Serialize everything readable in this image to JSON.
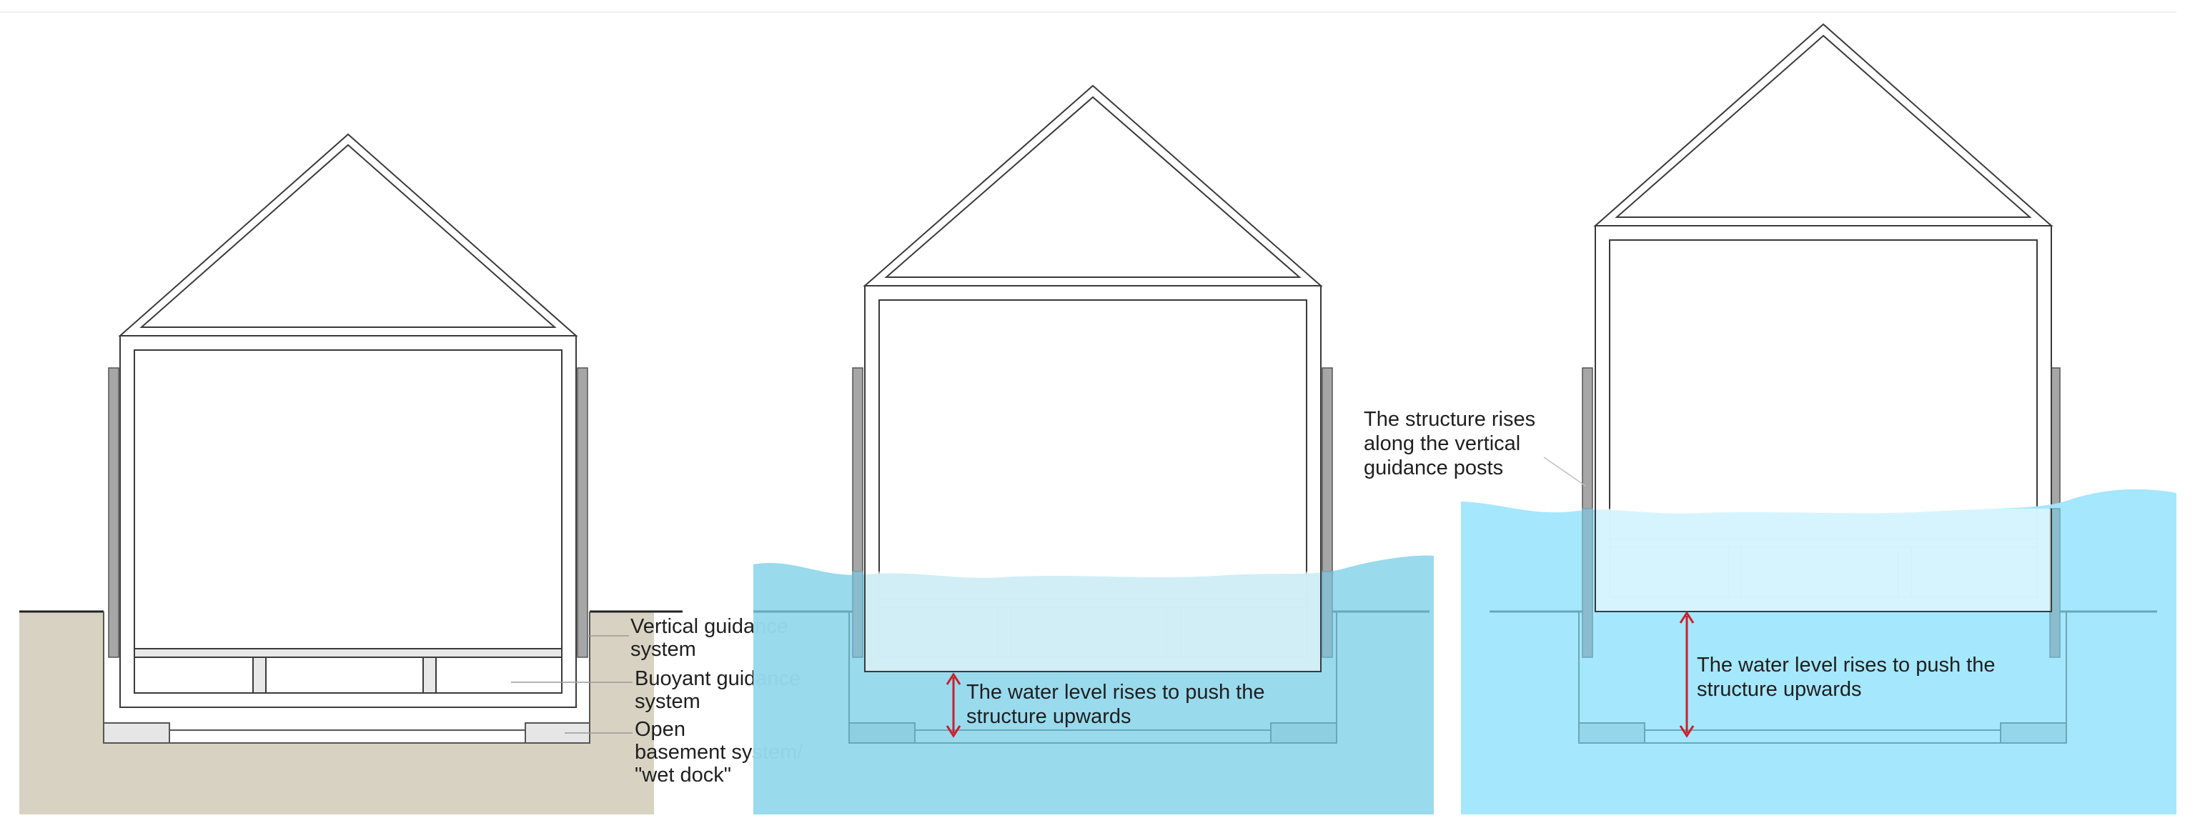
{
  "colors": {
    "ground": "#d8d2c2",
    "water_mid": "#96d9ec",
    "water_right": "#a2e6fc",
    "outline": "#3a3a3a",
    "post": "#a6a6a6",
    "post_ghost": "#8bbccd",
    "arrow": "#c8202a",
    "leader": "#9a9a9a"
  },
  "labels": {
    "vertical_guidance": [
      "Vertical guidance",
      "system"
    ],
    "buoyant_guidance": [
      "Buoyant guidance",
      "system"
    ],
    "open_basement": [
      "Open",
      "basement system/",
      "\"wet dock\""
    ],
    "water_rises_mid": [
      "The water level rises to push the",
      "structure upwards"
    ],
    "structure_rises": [
      "The structure rises",
      "along the vertical",
      "guidance posts"
    ],
    "water_rises_right": [
      "The water level rises to push the",
      "structure upwards"
    ]
  },
  "panels": [
    {
      "name": "dry-state",
      "lift": 0,
      "water": "none"
    },
    {
      "name": "rising-water-state",
      "lift": 0.55,
      "water": "water_mid"
    },
    {
      "name": "floating-state",
      "lift": 1.0,
      "water": "water_right"
    }
  ]
}
